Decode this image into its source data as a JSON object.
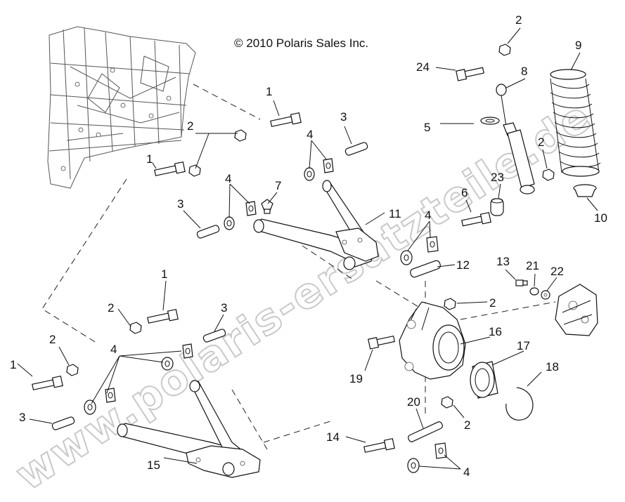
{
  "diagram": {
    "copyright": "© 2010 Polaris Sales Inc.",
    "watermark": "www.polaris-ersatzteile.de",
    "callouts": [
      {
        "id": "c1a",
        "text": "1"
      },
      {
        "id": "c1b",
        "text": "1"
      },
      {
        "id": "c1c",
        "text": "1"
      },
      {
        "id": "c1d",
        "text": "1"
      },
      {
        "id": "c2a",
        "text": "2"
      },
      {
        "id": "c2b",
        "text": "2"
      },
      {
        "id": "c2c",
        "text": "2"
      },
      {
        "id": "c2d",
        "text": "2"
      },
      {
        "id": "c2e",
        "text": "2"
      },
      {
        "id": "c2f",
        "text": "2"
      },
      {
        "id": "c2g",
        "text": "2"
      },
      {
        "id": "c3a",
        "text": "3"
      },
      {
        "id": "c3b",
        "text": "3"
      },
      {
        "id": "c3c",
        "text": "3"
      },
      {
        "id": "c3d",
        "text": "3"
      },
      {
        "id": "c4a",
        "text": "4"
      },
      {
        "id": "c4b",
        "text": "4"
      },
      {
        "id": "c4c",
        "text": "4"
      },
      {
        "id": "c4d",
        "text": "4"
      },
      {
        "id": "c4e",
        "text": "4"
      },
      {
        "id": "c5",
        "text": "5"
      },
      {
        "id": "c6",
        "text": "6"
      },
      {
        "id": "c7",
        "text": "7"
      },
      {
        "id": "c8",
        "text": "8"
      },
      {
        "id": "c9",
        "text": "9"
      },
      {
        "id": "c10",
        "text": "10"
      },
      {
        "id": "c11",
        "text": "11"
      },
      {
        "id": "c12",
        "text": "12"
      },
      {
        "id": "c13",
        "text": "13"
      },
      {
        "id": "c14",
        "text": "14"
      },
      {
        "id": "c15",
        "text": "15"
      },
      {
        "id": "c16",
        "text": "16"
      },
      {
        "id": "c17",
        "text": "17"
      },
      {
        "id": "c18",
        "text": "18"
      },
      {
        "id": "c19",
        "text": "19"
      },
      {
        "id": "c20",
        "text": "20"
      },
      {
        "id": "c21",
        "text": "21"
      },
      {
        "id": "c22",
        "text": "22"
      },
      {
        "id": "c23",
        "text": "23"
      },
      {
        "id": "c24",
        "text": "24"
      }
    ]
  }
}
